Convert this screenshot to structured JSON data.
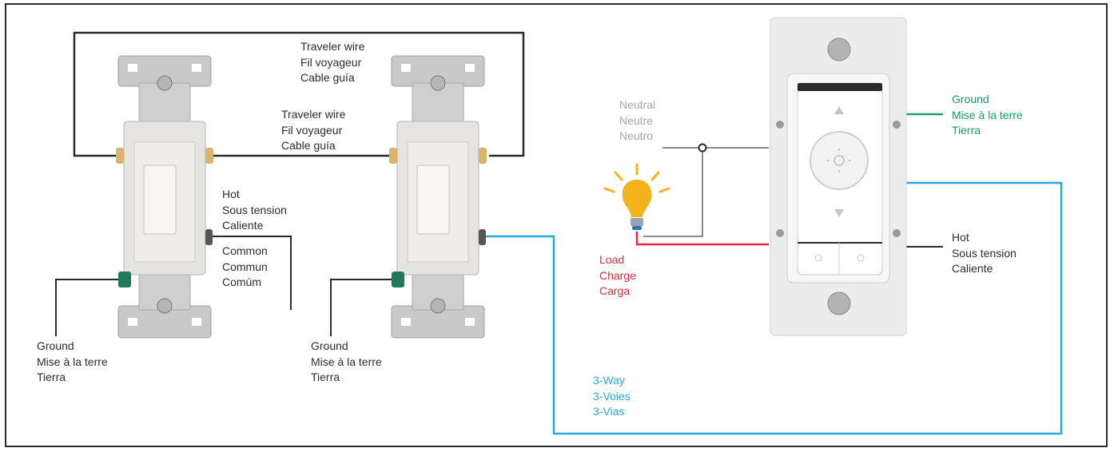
{
  "labels": {
    "traveler_top": [
      "Traveler wire",
      "Fil voyageur",
      "Cable guía"
    ],
    "traveler_mid": [
      "Traveler wire",
      "Fil voyageur",
      "Cable guía"
    ],
    "hot_left": [
      "Hot",
      "Sous tension",
      "Caliente"
    ],
    "common": [
      "Common",
      "Commun",
      "Comúm"
    ],
    "ground_left": [
      "Ground",
      "Mise à la terre",
      "Tierra"
    ],
    "ground_mid": [
      "Ground",
      "Mise à la terre",
      "Tierra"
    ],
    "neutral": [
      "Neutral",
      "Neutre",
      "Neutro"
    ],
    "load": [
      "Load",
      "Charge",
      "Carga"
    ],
    "ground_dimmer": [
      "Ground",
      "Mise à la terre",
      "Tierra"
    ],
    "hot_dimmer": [
      "Hot",
      "Sous tension",
      "Caliente"
    ],
    "three_way": [
      "3-Way",
      "3-Voies",
      "3-Vias"
    ]
  },
  "colors": {
    "wire_black": "#2a2a2a",
    "wire_gray": "#8c8c8c",
    "wire_red": "#e8283a",
    "wire_blue": "#27a8e0",
    "wire_green": "#1aa060",
    "bulb": "#f5b31b"
  }
}
